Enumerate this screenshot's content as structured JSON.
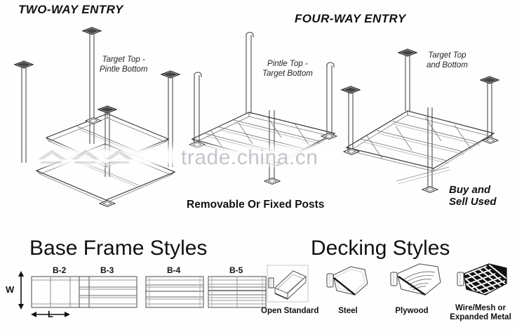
{
  "headings": {
    "two_way": "TWO-WAY ENTRY",
    "four_way": "FOUR-WAY ENTRY"
  },
  "callouts": [
    {
      "line1": "Target Top -",
      "line2": "Pintle Bottom"
    },
    {
      "line1": "Pintle Top -",
      "line2": "Target Bottom"
    },
    {
      "line1": "Target Top",
      "line2": "and Bottom"
    }
  ],
  "captions": {
    "removable": "Removable Or Fixed Posts",
    "buy_sell_line1": "Buy and",
    "buy_sell_line2": "Sell Used"
  },
  "watermark": {
    "text": "trade.china.cn",
    "color": "#b9bcc2"
  },
  "base_frames": {
    "title": "Base Frame Styles",
    "dim_width_label": "W",
    "dim_length_label": "L",
    "items": [
      {
        "label": "B-2",
        "verticals": 2,
        "horizontals": 0
      },
      {
        "label": "B-3",
        "verticals": 0,
        "horizontals": 2
      },
      {
        "label": "B-4",
        "verticals": 0,
        "horizontals": 3
      },
      {
        "label": "B-5",
        "verticals": 0,
        "horizontals": 4
      }
    ]
  },
  "decking": {
    "title": "Decking Styles",
    "items": [
      {
        "label_line1": "Open Standard",
        "label_line2": "",
        "icon": "open-standard-icon"
      },
      {
        "label_line1": "Steel",
        "label_line2": "",
        "icon": "steel-deck-icon"
      },
      {
        "label_line1": "Plywood",
        "label_line2": "",
        "icon": "plywood-deck-icon"
      },
      {
        "label_line1": "Wire/Mesh or",
        "label_line2": "Expanded Metal",
        "icon": "wire-mesh-icon"
      }
    ]
  },
  "colors": {
    "line": "#3a3a3a",
    "light_line": "#8e8e8e",
    "text": "#111111",
    "background": "#fefefe"
  }
}
